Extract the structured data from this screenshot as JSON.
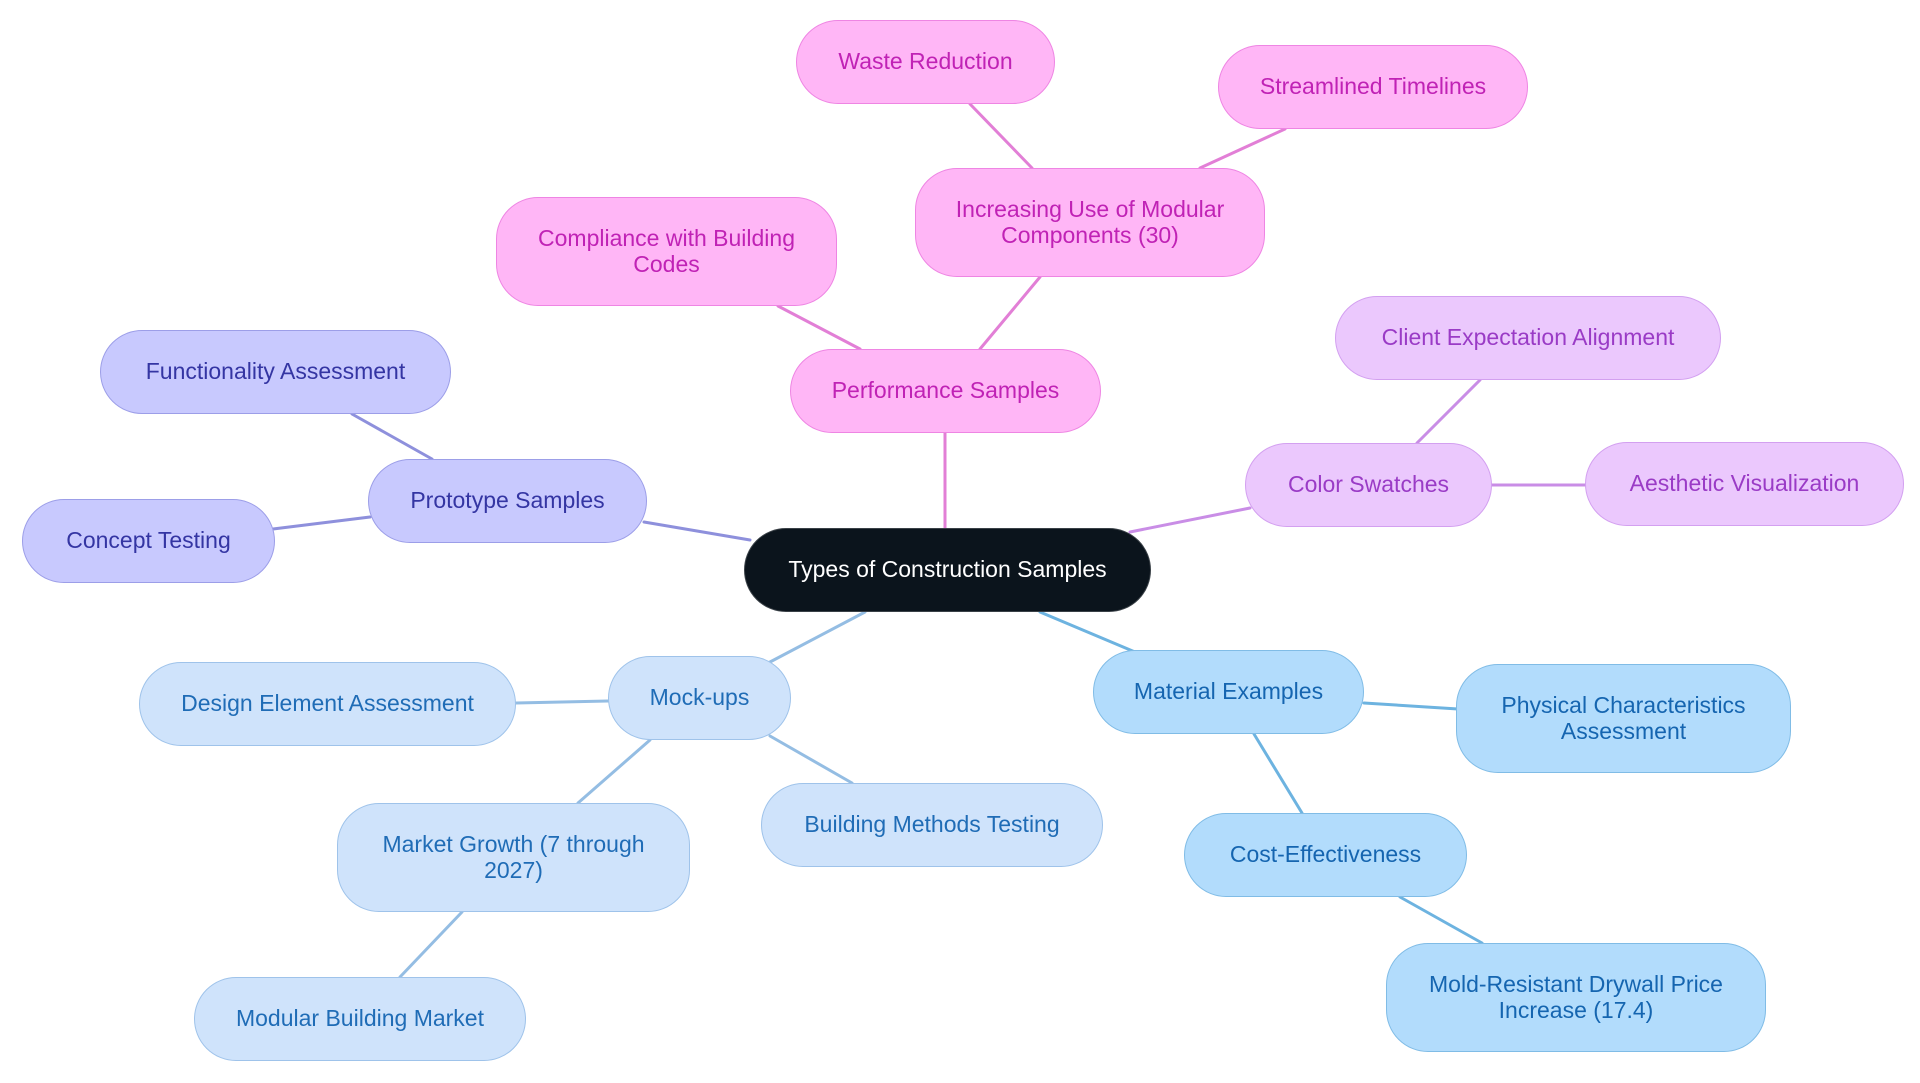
{
  "diagram": {
    "root": "Types of Construction Samples",
    "branches": {
      "performance": {
        "label": "Performance Samples",
        "children": {
          "modular": "Increasing Use of Modular Components (30)",
          "compliance": "Compliance with Building Codes",
          "waste": "Waste Reduction",
          "timelines": "Streamlined Timelines"
        }
      },
      "color": {
        "label": "Color Swatches",
        "children": {
          "client": "Client Expectation Alignment",
          "aesthetic": "Aesthetic Visualization"
        }
      },
      "prototype": {
        "label": "Prototype Samples",
        "children": {
          "functionality": "Functionality Assessment",
          "concept": "Concept Testing"
        }
      },
      "mockups": {
        "label": "Mock-ups",
        "children": {
          "design": "Design Element Assessment",
          "market_growth": "Market Growth (7 through 2027)",
          "modular_market": "Modular Building Market",
          "building_methods": "Building Methods Testing"
        }
      },
      "material": {
        "label": "Material Examples",
        "children": {
          "physical": "Physical Characteristics Assessment",
          "cost": "Cost-Effectiveness",
          "drywall": "Mold-Resistant Drywall Price Increase (17.4)"
        }
      }
    }
  },
  "colors": {
    "root_fill": "#0b141c",
    "performance_fill": "#ffb6f6",
    "performance_line": "#e27fd6",
    "color_swatches_fill": "#ebc8fd",
    "color_swatches_line": "#c98de6",
    "prototype_fill": "#c8c9fe",
    "prototype_line": "#8e90dc",
    "mockups_fill": "#cfe3fb",
    "mockups_line": "#94bde3",
    "material_fill": "#b2dcfc",
    "material_line": "#6db3e0"
  }
}
